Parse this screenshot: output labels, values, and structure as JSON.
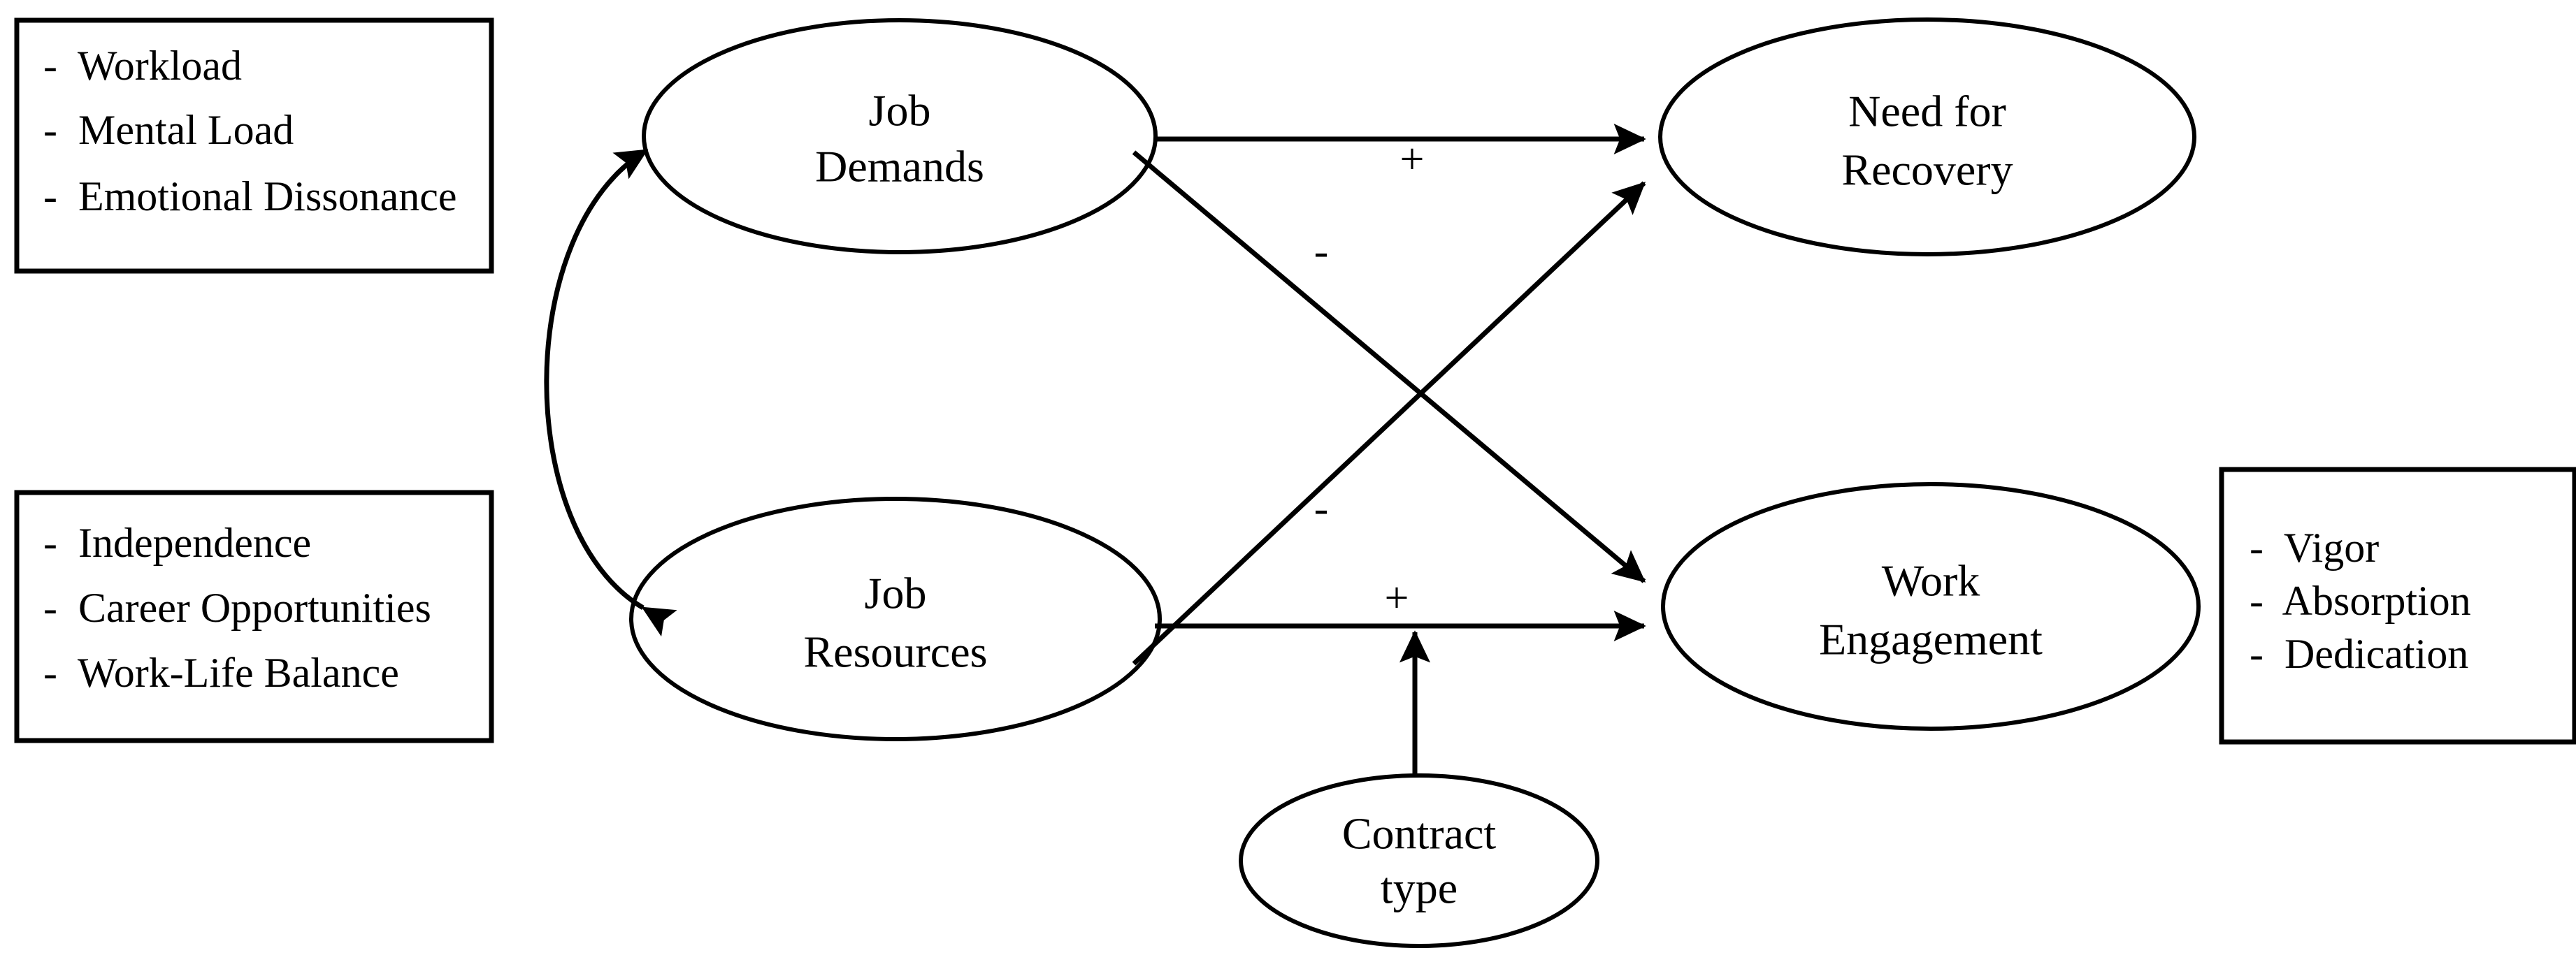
{
  "figure": {
    "type": "conceptual-model-diagram",
    "background_color": "#ffffff",
    "line_color": "#000000"
  },
  "nodes": [
    {
      "id": "job-demands",
      "label_line1": "Job",
      "label_line2": "Demands",
      "shape": "ellipse"
    },
    {
      "id": "job-resources",
      "label_line1": "Job",
      "label_line2": "Resources",
      "shape": "ellipse"
    },
    {
      "id": "need-recovery",
      "label_line1": "Need for",
      "label_line2": "Recovery",
      "shape": "ellipse"
    },
    {
      "id": "work-engagement",
      "label_line1": "Work",
      "label_line2": "Engagement",
      "shape": "ellipse"
    },
    {
      "id": "contract-type",
      "label_line1": "Contract",
      "label_line2": "type",
      "shape": "ellipse"
    }
  ],
  "boxes": {
    "job_demands_indicators": {
      "items": [
        "-  Workload",
        "-  Mental Load",
        "-  Emotional Dissonance"
      ]
    },
    "job_resources_indicators": {
      "items": [
        "-  Independence",
        "-  Career Opportunities",
        "-  Work-Life Balance"
      ]
    },
    "work_engagement_indicators": {
      "items": [
        "-  Vigor",
        "-  Absorption",
        "-  Dedication"
      ]
    }
  },
  "edges": [
    {
      "id": "demands-to-recovery",
      "from": "job-demands",
      "to": "need-recovery",
      "sign": "+",
      "style": "straight-arrow"
    },
    {
      "id": "demands-to-engagement",
      "from": "job-demands",
      "to": "work-engagement",
      "sign": "-",
      "style": "straight-arrow"
    },
    {
      "id": "resources-to-recovery",
      "from": "job-resources",
      "to": "need-recovery",
      "sign": "-",
      "style": "straight-arrow"
    },
    {
      "id": "resources-to-engagement",
      "from": "job-resources",
      "to": "work-engagement",
      "sign": "+",
      "style": "straight-arrow"
    },
    {
      "id": "demands-resources-covary",
      "from": "job-demands",
      "to": "job-resources",
      "sign": "",
      "style": "curved-double-arrow"
    },
    {
      "id": "contract-moderates",
      "from": "contract-type",
      "to": "resources-to-engagement",
      "sign": "",
      "style": "moderator-arrow"
    }
  ]
}
